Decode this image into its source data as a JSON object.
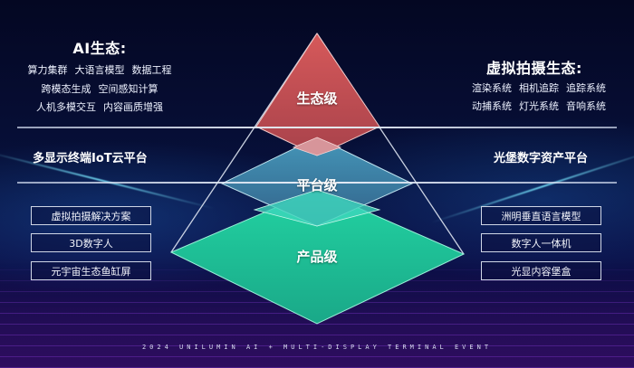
{
  "left_ecosystem": {
    "title": "AI生态:",
    "rows": [
      [
        "算力集群",
        "大语言模型",
        "数据工程"
      ],
      [
        "跨模态生成",
        "空间感知计算"
      ],
      [
        "人机多模交互",
        "内容画质增强"
      ]
    ]
  },
  "right_ecosystem": {
    "title": "虚拟拍摄生态:",
    "rows": [
      [
        "渲染系统",
        "相机追踪",
        "追踪系统"
      ],
      [
        "动捕系统",
        "灯光系统",
        "音响系统"
      ]
    ]
  },
  "platform": {
    "left": "多显示终端IoT云平台",
    "right": "光堡数字资产平台"
  },
  "pyramid": {
    "levels": [
      {
        "label": "生态级",
        "color": "#c0474a"
      },
      {
        "label": "平台级",
        "color": "#3f8bb0"
      },
      {
        "label": "产品级",
        "color": "#1fc397"
      }
    ]
  },
  "products": {
    "left": [
      "虚拟拍摄解决方案",
      "3D数字人",
      "元宇宙生态鱼缸屏"
    ],
    "right": [
      "洲明垂直语言模型",
      "数字人一体机",
      "光显内容堡盒"
    ]
  },
  "footer": "2024 UNILUMIN AI + MULTI-DISPLAY TERMINAL EVENT"
}
